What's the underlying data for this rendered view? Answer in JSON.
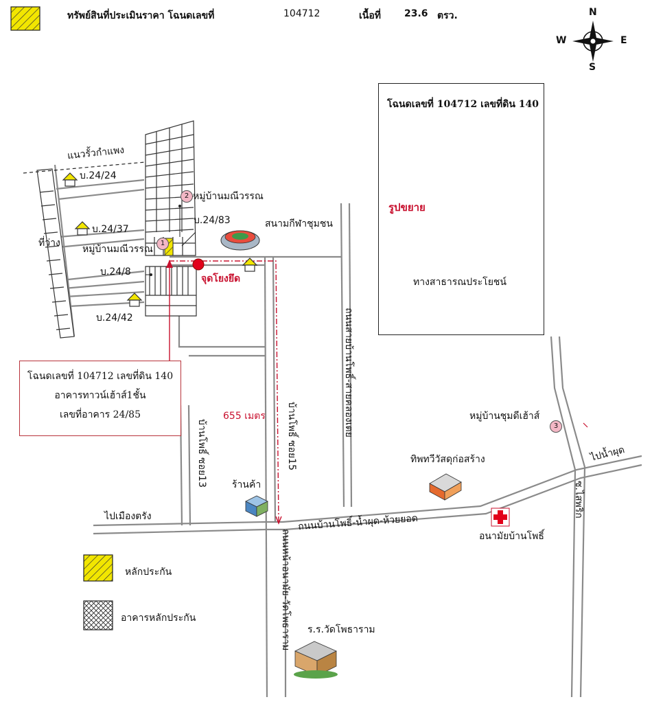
{
  "header": {
    "title": "ทรัพย์สินที่ประเมินราคา โฉนดเลขที่",
    "deed_number": "104712",
    "area_label": "เนื้อที่",
    "area_value": "23.6",
    "area_unit": "ตรว."
  },
  "compass": {
    "n": "N",
    "s": "S",
    "e": "E",
    "w": "W"
  },
  "inset": {
    "title": "โฉนดเลขที่ 104712 เลขที่ดิน 140",
    "enlarge_label": "รูปขยาย",
    "road_label": "ทางสาธารณประโยชน์"
  },
  "labels": {
    "wall_line": "แนวรั้วกำแพง",
    "house_24_24": "บ.24/24",
    "house_24_37": "บ.24/37",
    "house_24_83": "บ.24/83",
    "house_24_8": "บ.24/8",
    "house_24_42": "บ.24/42",
    "vacant": "ที่ว่าง",
    "village_2": "หมู่บ้านมณีวรรณ",
    "village_1": "หมู่บ้านมณีวรรณ",
    "stadium": "สนามกีฬาชุมชน",
    "anchor": "จุดโยงยึด",
    "distance": "655 เมตร",
    "village_3": "หมู่บ้านชุมดีเฮ้าส์",
    "hardware": "ทิพทวีวัสดุก่อสร้าง",
    "shop": "ร้านค้า",
    "to_trang": "ไปเมืองตรัง",
    "main_road": "ถนนบ้านโพธิ์-น้ำผุด-ห้วยยอด",
    "health": "อนามัยบ้านโพธิ์",
    "to_nampud": "ไปน้ำผุด",
    "school": "ร.ร.วัดโพธาราม",
    "road_khlong": "ถนนสายบ้านโพธิ์-สายคลองเตย",
    "soi15": "บ้านโพธิ์ ซอย15",
    "soi13": "บ้านโพธิ์ ซอย13",
    "road_watpho": "ถนนหน้าอนามัย-วัดโพธาราม",
    "road_saiphrik": "ซ.ไสพริก"
  },
  "badges": {
    "one": "1",
    "two": "2",
    "three": "3"
  },
  "info_box": {
    "line1": "โฉนดเลขที่ 104712 เลขที่ดิน 140",
    "line2": "อาคารทาวน์เฮ้าส์1ชั้น",
    "line3": "เลขที่อาคาร 24/85"
  },
  "legend": {
    "collateral": "หลักประกัน",
    "collateral_building": "อาคารหลักประกัน"
  },
  "colors": {
    "road": "#8a8a8a",
    "collateral_yellow": "#f2e600",
    "pin_red": "#e2001a",
    "route_red": "#c8102e",
    "box_border": "#b8323a"
  }
}
